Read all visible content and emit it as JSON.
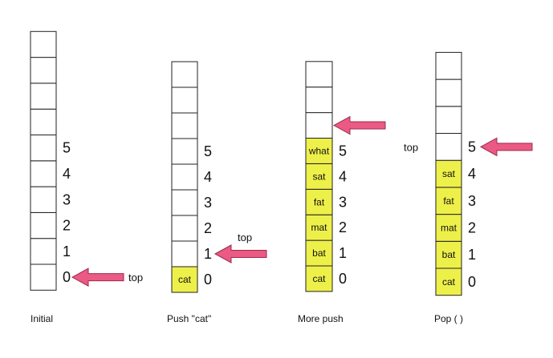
{
  "colors": {
    "filled_cell": "#eef04a",
    "empty_cell": "#ffffff",
    "cell_stroke": "#222222",
    "arrow_fill": "#ea5a84",
    "arrow_stroke": "#9c2a4c"
  },
  "index_labels": [
    "0",
    "1",
    "2",
    "3",
    "4",
    "5"
  ],
  "top_label": "top",
  "stacks": [
    {
      "caption": "Initial",
      "items": [],
      "top_index": 0
    },
    {
      "caption": "Push \"cat\"",
      "items": [
        "cat"
      ],
      "top_index": 1
    },
    {
      "caption": "More push",
      "items": [
        "cat",
        "bat",
        "mat",
        "fat",
        "sat",
        "what"
      ],
      "top_index": 6
    },
    {
      "caption": "Pop ( )",
      "items": [
        "cat",
        "bat",
        "mat",
        "fat",
        "sat"
      ],
      "top_index": 5
    }
  ]
}
